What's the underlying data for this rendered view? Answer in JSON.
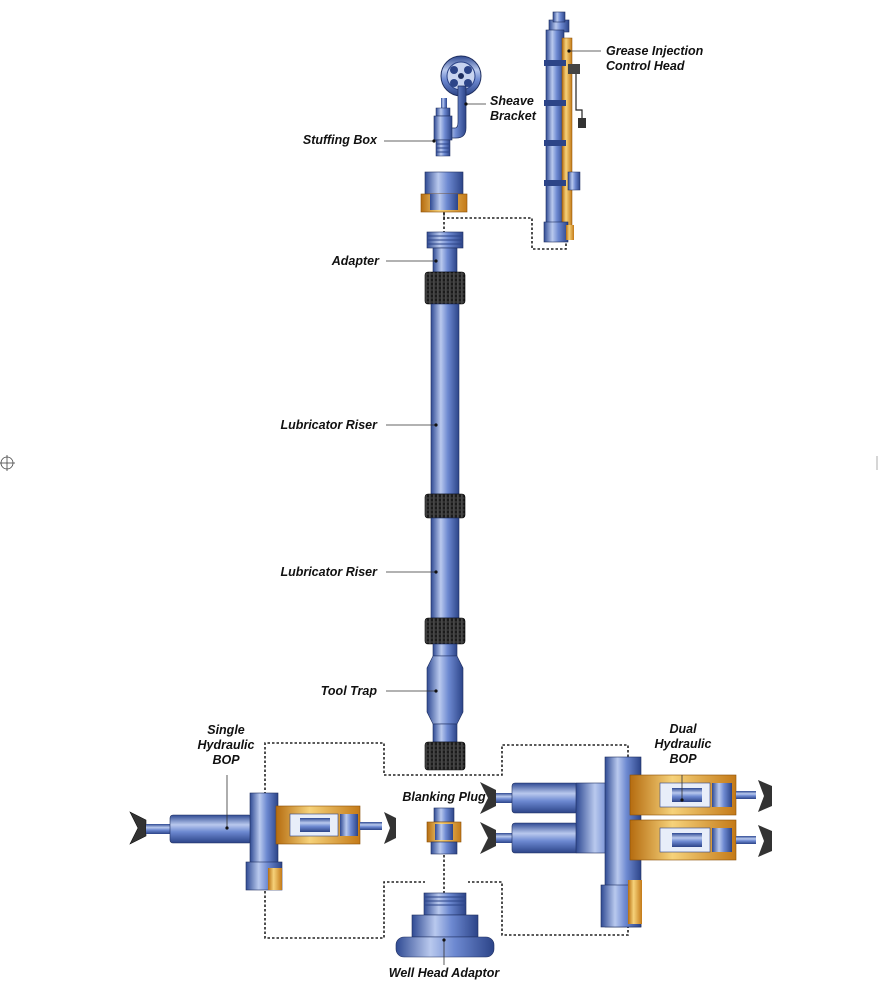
{
  "labels": {
    "grease_head_line1": "Grease Injection",
    "grease_head_line2": "Control Head",
    "sheave_line1": "Sheave",
    "sheave_line2": "Bracket",
    "stuffing_box": "Stuffing Box",
    "adapter": "Adapter",
    "lubricator_riser_1": "Lubricator Riser",
    "lubricator_riser_2": "Lubricator Riser",
    "tool_trap": "Tool Trap",
    "single_bop_line1": "Single",
    "single_bop_line2": "Hydraulic",
    "single_bop_line3": "BOP",
    "dual_bop_line1": "Dual",
    "dual_bop_line2": "Hydraulic",
    "dual_bop_line3": "BOP",
    "blanking_plug": "Blanking Plug",
    "well_head_adaptor": "Well Head Adaptor"
  },
  "colors": {
    "steel": "#5b79c4",
    "steel_light": "#b9c9ee",
    "steel_dark": "#2c4488",
    "brass": "#e09a2a",
    "brass_light": "#f6d27a",
    "nut": "#1b1b1b",
    "leader": "#333333"
  },
  "icons": [
    "registration-mark-icon",
    "sheave-wheel-icon",
    "handwheel-icon"
  ]
}
